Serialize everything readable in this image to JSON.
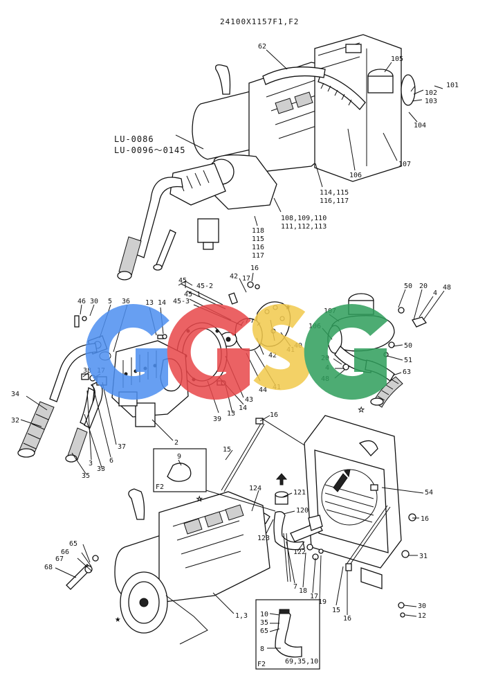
{
  "title": "24100X1157F1,F2",
  "models": [
    "LU-0086",
    "LU-0096～0145"
  ],
  "watermark": {
    "letters": [
      "G",
      "G",
      "S",
      "G"
    ],
    "colors": [
      "#4d8ff0",
      "#e8474a",
      "#f2c94c",
      "#2e9e5b"
    ]
  },
  "labels": {
    "l62": "62",
    "l105": "105",
    "l101": "101",
    "l102": "102",
    "l103": "103",
    "l104": "104",
    "l107a": "107",
    "l106a": "106",
    "l114": "114,115",
    "l116": "116,117",
    "l108": "108,109,110",
    "l111": "111,112,113",
    "l118": "118",
    "l115": "115",
    "l116b": "116",
    "l117": "117",
    "l45": "45",
    "l45_2": "45-2",
    "l45_1": "45-1",
    "l45_3": "45-3",
    "l42a": "42",
    "l16a": "16",
    "l17a": "17",
    "l46": "46",
    "l30a": "30",
    "l5": "5",
    "l36": "36",
    "l13a": "13",
    "l14a": "14",
    "l40": "40",
    "l42b": "42",
    "l41a": "41",
    "l41b": "41",
    "l44": "44",
    "l43": "43",
    "l14b": "14",
    "l13b": "13",
    "l39": "39",
    "l2": "2",
    "l38": "38",
    "l17b": "17",
    "l34": "34",
    "l32": "32",
    "l37": "37",
    "l6": "6",
    "l3": "3",
    "l33": "33",
    "l35": "35",
    "l50a": "50",
    "l20a": "20",
    "l4a": "4",
    "l48a": "48",
    "l107b": "107",
    "l106b": "106",
    "l50b": "50",
    "l20b": "20",
    "l51": "51",
    "l4b": "4",
    "l48b": "48",
    "l63": "63",
    "l16b": "16",
    "l15a": "15",
    "l9": "9",
    "f2a": "F2",
    "l124": "124",
    "l121": "121",
    "l120": "120",
    "l123": "123",
    "l122": "122",
    "l54": "54",
    "l16c": "16",
    "l31": "31",
    "l65": "65",
    "l66": "66",
    "l67": "67",
    "l68": "68",
    "l7": "7",
    "l18": "18",
    "l17c": "17",
    "l19": "19",
    "l15b": "15",
    "l16d": "16",
    "l30b": "30",
    "l12": "12",
    "l13c": "1,3",
    "b10": "10",
    "b35": "35",
    "b65": "65",
    "b8": "8",
    "b69": "69,35,10",
    "f2b": "F2"
  }
}
